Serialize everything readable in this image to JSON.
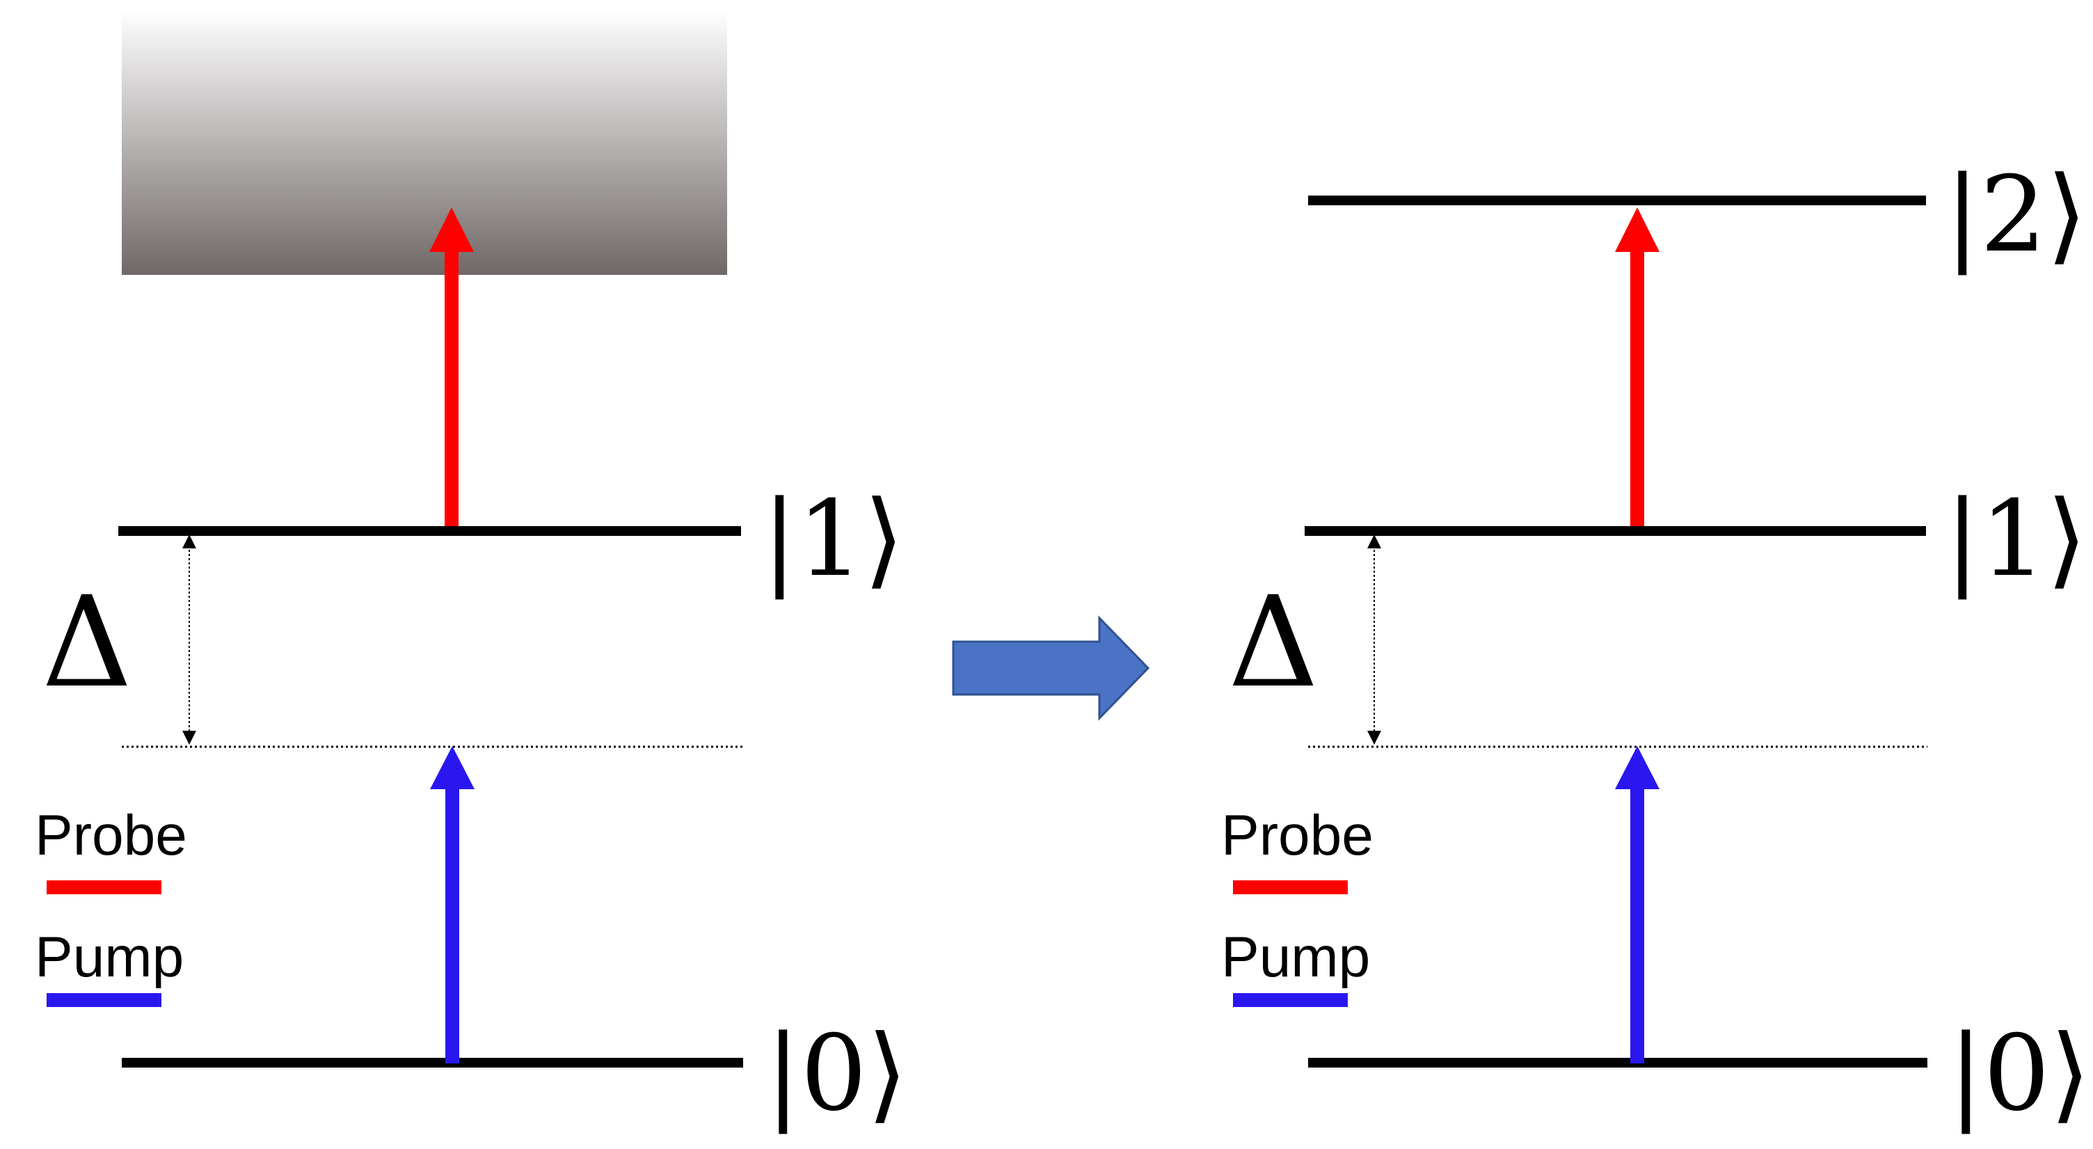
{
  "colors": {
    "background": "#ffffff",
    "level_line": "#000000",
    "probe": "#ff0000",
    "pump": "#2a17f0",
    "transition_arrow_fill": "#4a73c6",
    "transition_arrow_stroke": "#2f528f",
    "continuum_top": "#ffffff",
    "continuum_bottom": "#6f6866"
  },
  "left_panel": {
    "state_labels": [
      "|1⟩",
      "|0⟩"
    ],
    "detuning_label": "Δ",
    "continuum": "shaded band above |1⟩"
  },
  "right_panel": {
    "state_labels": [
      "|2⟩",
      "|1⟩",
      "|0⟩"
    ],
    "detuning_label": "Δ"
  },
  "legend": {
    "probe_label": "Probe",
    "pump_label": "Pump"
  },
  "transition_arrow_icon": "right-arrow-icon"
}
